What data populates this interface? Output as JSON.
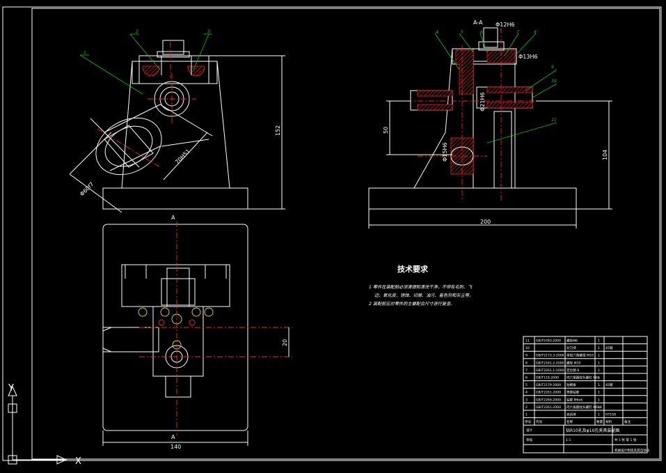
{
  "section_label": "A-A",
  "section_marks": [
    "A",
    "A"
  ],
  "dimensions": {
    "front_height": "152",
    "front_diameter": "Φ60f7",
    "front_small": "70H51",
    "side_height": "50",
    "side_right_height": "104",
    "side_width": "200",
    "top_offset": "20",
    "top_width": "140",
    "side_phi_top": "Φ12H6",
    "side_phi_right": "Φ13H6",
    "side_phi_mid": "Φ21H6",
    "side_phi_low": "Φ15H6"
  },
  "balloons_front": [
    "2",
    "3",
    "1"
  ],
  "balloons_side": [
    "4",
    "5",
    "6",
    "7",
    "8",
    "9",
    "10",
    "11"
  ],
  "tech_req": {
    "title": "技术要求",
    "lines": [
      "1 零件在装配前必须清理和清洗干净，不得有毛刺、飞",
      "边、氧化皮、锈蚀、切屑、油污、着色剂和灰尘等。",
      "2 装配前应对零件的主要配合尺寸进行复查。"
    ]
  },
  "title_block": {
    "parts": [
      {
        "no": "11",
        "code": "GB/T5783-2000",
        "name": "螺栓M6",
        "qty": "1",
        "mat": ""
      },
      {
        "no": "10",
        "code": "",
        "name": "对刀块",
        "qty": "1",
        "mat": "45钢"
      },
      {
        "no": "9",
        "code": "GB/T2173.3-2006",
        "name": "带肩六角螺母 M10",
        "qty": "1",
        "mat": ""
      },
      {
        "no": "8",
        "code": "GB/T2161.2-2000",
        "name": "螺栓 M10",
        "qty": "1",
        "mat": ""
      },
      {
        "no": "7",
        "code": "GB/T2261.1-2000",
        "name": "定位销 8",
        "qty": "1",
        "mat": ""
      },
      {
        "no": "6",
        "code": "GB/T119-2000",
        "name": "内六角圆柱头螺钉 M6x",
        "qty": "1",
        "mat": ""
      },
      {
        "no": "5",
        "code": "GB/T2179-2000",
        "name": "钻模板",
        "qty": "1",
        "mat": "45钢"
      },
      {
        "no": "4",
        "code": "GB/T2261-2000",
        "name": "快换钻套",
        "qty": "1",
        "mat": ""
      },
      {
        "no": "3",
        "code": "GB/T2269-2000",
        "name": "钻套 M6x6",
        "qty": "1",
        "mat": ""
      },
      {
        "no": "2",
        "code": "GB/T2261-2000",
        "name": "内六角圆柱头螺钉 M6x8",
        "qty": "1",
        "mat": ""
      },
      {
        "no": "1",
        "code": "",
        "name": "夹具体",
        "qty": "1",
        "mat": "HT150"
      }
    ],
    "header": [
      "序号",
      "代号",
      "名称",
      "数量",
      "材料",
      "备注"
    ],
    "drawing_title": "钻R10孔及φ10孔夹具装配图",
    "scale": "1:1",
    "sheet": "共 1 张 第 1 张",
    "school": "机械设计制造及其自动化",
    "designer": "设计",
    "checker": "审核"
  },
  "ucs": {
    "x": "X",
    "y": "Y"
  }
}
